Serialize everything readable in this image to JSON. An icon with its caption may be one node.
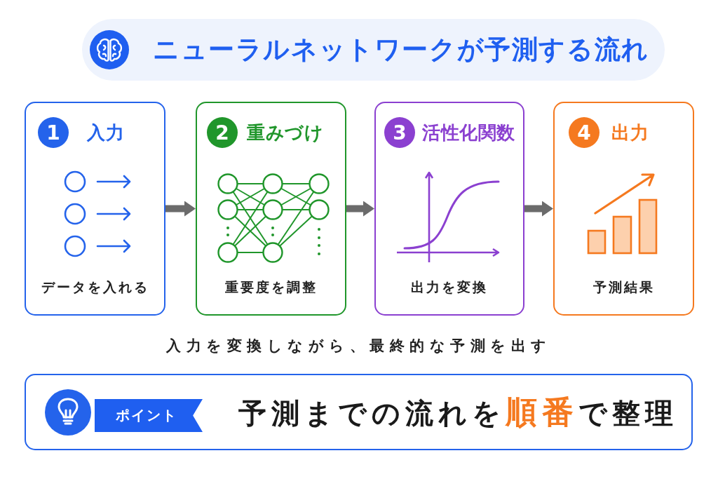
{
  "diagram": {
    "title": "ニューラルネットワークが予測する流れ",
    "nodes": [
      {
        "text": [
          "1",
          "入力",
          "データを入れる"
        ]
      },
      {
        "text": [
          "2",
          "重みづけ",
          "重要度を調整"
        ]
      },
      {
        "text": [
          "3",
          "活性化関数",
          "出力を変換"
        ]
      },
      {
        "text": [
          "4",
          "出力",
          "予測結果"
        ]
      },
      {
        "text": [
          "予測までの流れを**順番**で整理"
        ]
      },
      {
        "text": [
          "ポイント"
        ],
        "in": 4
      }
    ],
    "edges": [
      {
        "from": 0,
        "to": 1,
        "arrow": "to"
      },
      {
        "from": 1,
        "to": 2,
        "arrow": "to"
      },
      {
        "from": 2,
        "to": 3,
        "arrow": "to"
      }
    ],
    "labels": [
      "入力を変換しながら、最終的な予測を出す"
    ]
  }
}
